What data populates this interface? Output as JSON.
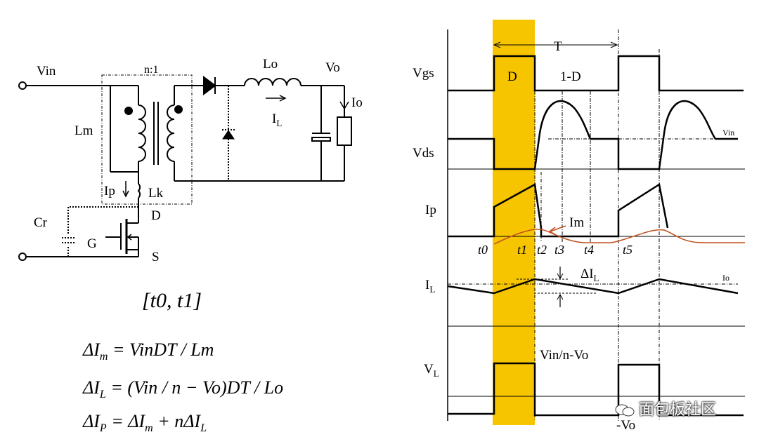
{
  "circuit": {
    "vin": "Vin",
    "ratio": "n:1",
    "lo": "Lo",
    "vo": "Vo",
    "il_main": "I",
    "il_sub": "L",
    "io": "Io",
    "lm": "Lm",
    "ip": "Ip",
    "lk": "Lk",
    "cr": "Cr",
    "d": "D",
    "g": "G",
    "s": "S"
  },
  "interval": "[t0, t1]",
  "formulas": {
    "f1": {
      "lhs_sym": "ΔI",
      "lhs_sub": "m",
      "rhs": "= VinDT / Lm"
    },
    "f2": {
      "lhs_sym": "ΔI",
      "lhs_sub": "L",
      "rhs": "= (Vin / n − Vo)DT / Lo"
    },
    "f3": {
      "lhs_sym": "ΔI",
      "lhs_sub": "P",
      "rhs_a": "= ΔI",
      "rhs_a_sub": "m",
      "rhs_b": " + nΔI",
      "rhs_b_sub": "L"
    }
  },
  "waveforms": {
    "period": "T",
    "duty": "D",
    "one_minus_d": "1-D",
    "vgs": "Vgs",
    "vds": "Vds",
    "vin_level": "Vin",
    "ip": "Ip",
    "im": "Im",
    "il_main": "I",
    "il_sub": "L",
    "delta_il_main": "ΔI",
    "delta_il_sub": "L",
    "io_level": "Io",
    "vl_main": "V",
    "vl_sub": "L",
    "vl_high": "Vin/n-Vo",
    "vl_low": "-Vo",
    "times": {
      "t0": "t0",
      "t1": "t1",
      "t2": "t2",
      "t3": "t3",
      "t4": "t4",
      "t5": "t5"
    }
  },
  "watermark": "面包板社区",
  "colors": {
    "highlight": "#F7C500",
    "im_curve": "#C0501F",
    "line": "#000000"
  }
}
